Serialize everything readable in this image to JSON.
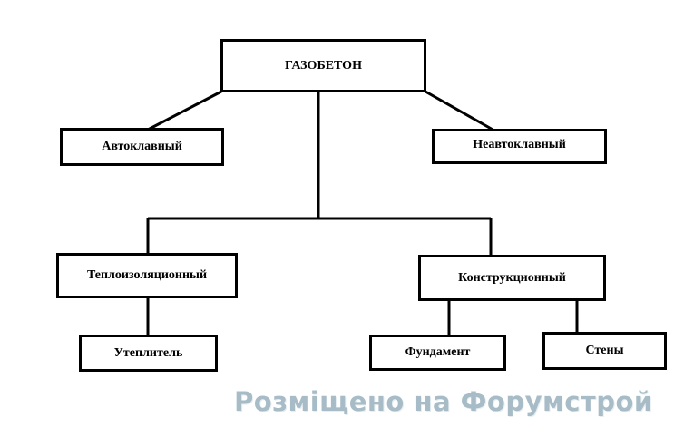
{
  "root": "ГАЗОБЕТОН",
  "level1": {
    "left": "Автоклавный",
    "right": "Неавтоклавный"
  },
  "level2": {
    "left": "Теплоизоляционный",
    "right": "Конструкционный"
  },
  "level3": {
    "insulation": "Утеплитель",
    "foundation": "Фундамент",
    "walls": "Стены"
  },
  "watermark": "Розміщено на Форумстрой"
}
